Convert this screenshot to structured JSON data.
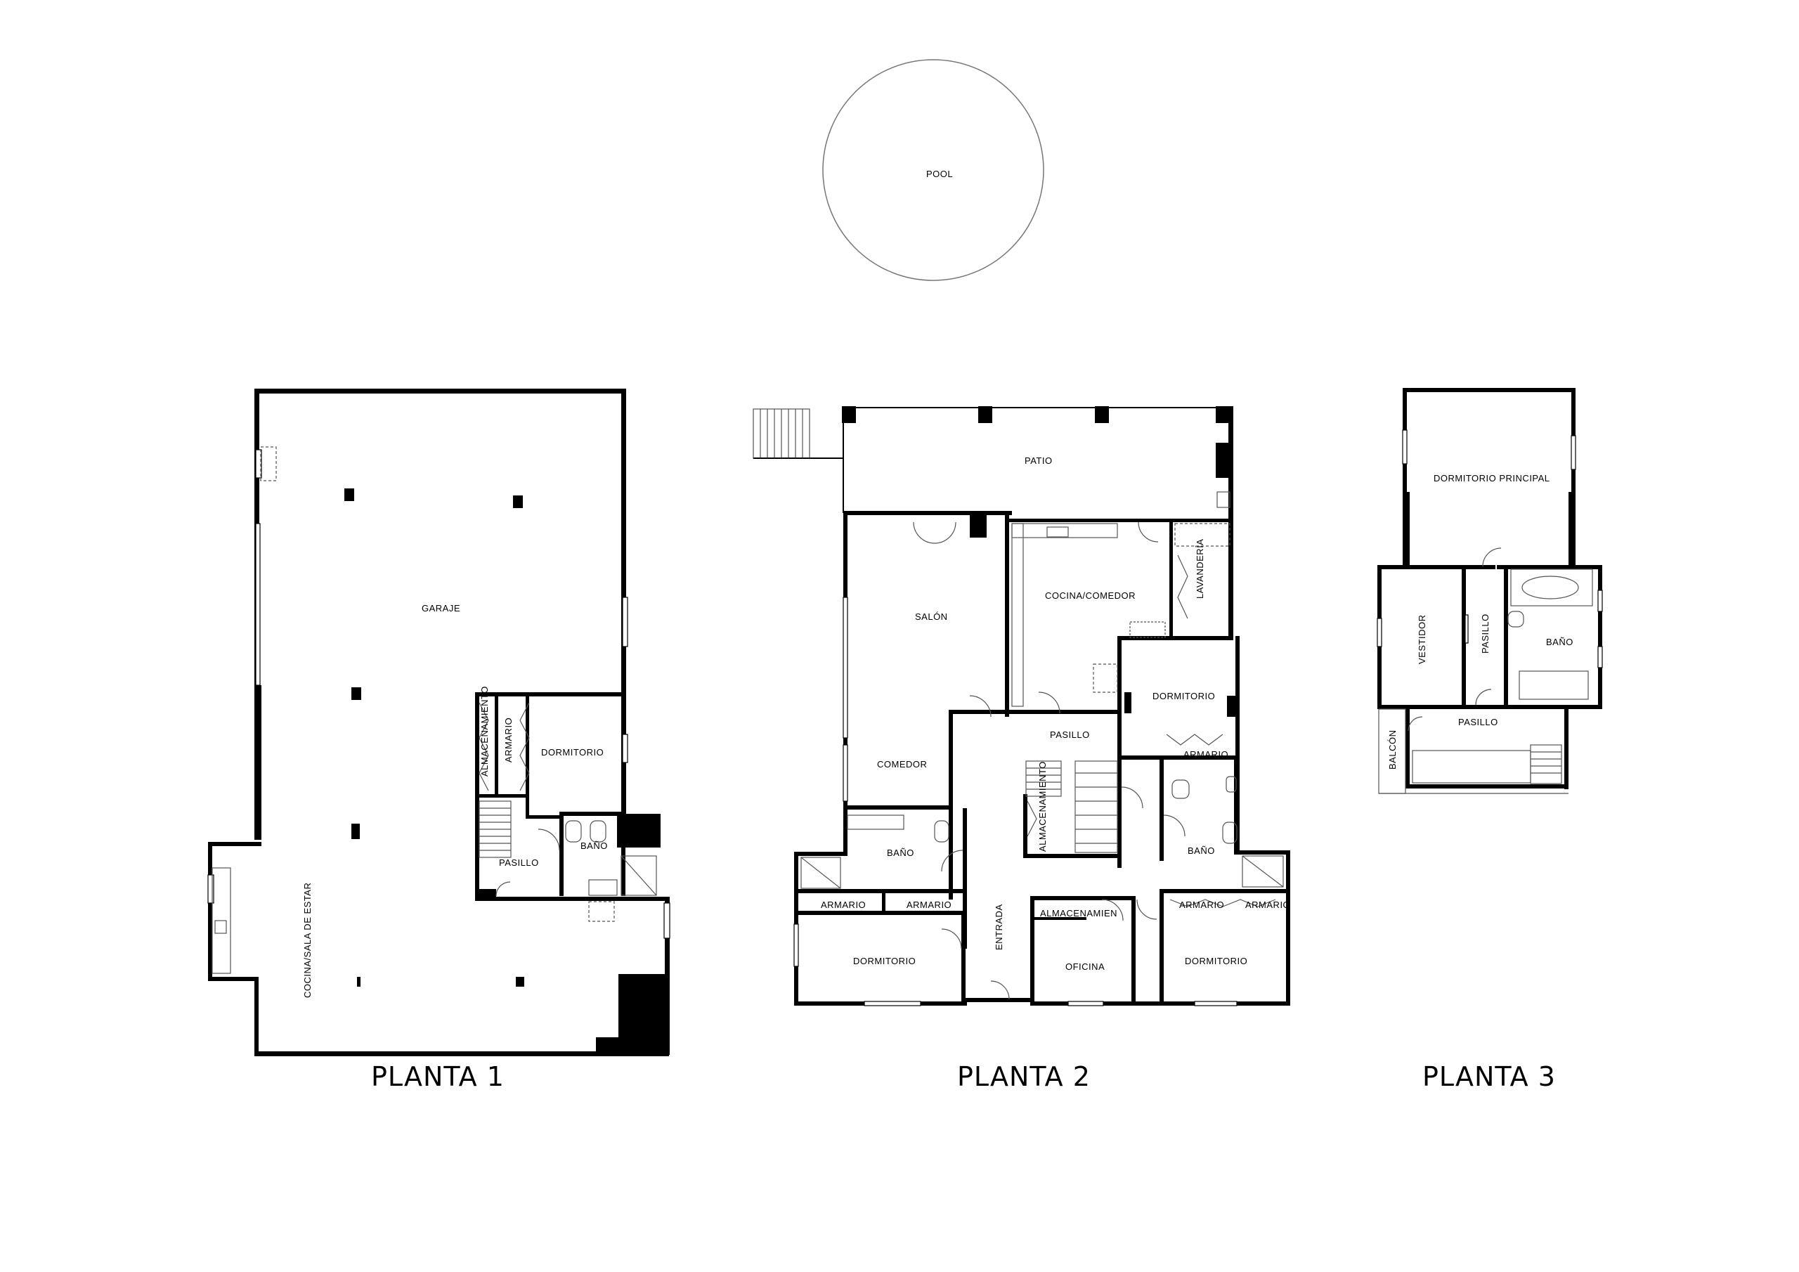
{
  "floors": [
    {
      "title": "PLANTA 1",
      "rooms": [
        "GARAJE",
        "DORMITORIO",
        "ALMACENAMIENTO",
        "ARMARIO",
        "PASILLO",
        "BAÑO",
        "COCINA/SALA DE ESTAR"
      ]
    },
    {
      "title": "PLANTA 2",
      "rooms": [
        "PATIO",
        "SALÓN",
        "COCINA/COMEDOR",
        "LAVANDERÍA",
        "DORMITORIO",
        "PASILLO",
        "COMEDOR",
        "ARMARIO",
        "BAÑO",
        "ALMACENAMIENTO",
        "ARMARIO",
        "ARMARIO",
        "DORMITORIO",
        "ENTRADA",
        "ALMACENAMIEN",
        "OFICINA",
        "BAÑO",
        "ARMARIO",
        "ARMARIO",
        "DORMITORIO"
      ]
    },
    {
      "title": "PLANTA 3",
      "rooms": [
        "DORMITORIO PRINCIPAL",
        "VESTIDOR",
        "PASILLO",
        "BAÑO",
        "PASILLO",
        "BALCÓN"
      ]
    }
  ],
  "pool": {
    "label": "POOL"
  }
}
